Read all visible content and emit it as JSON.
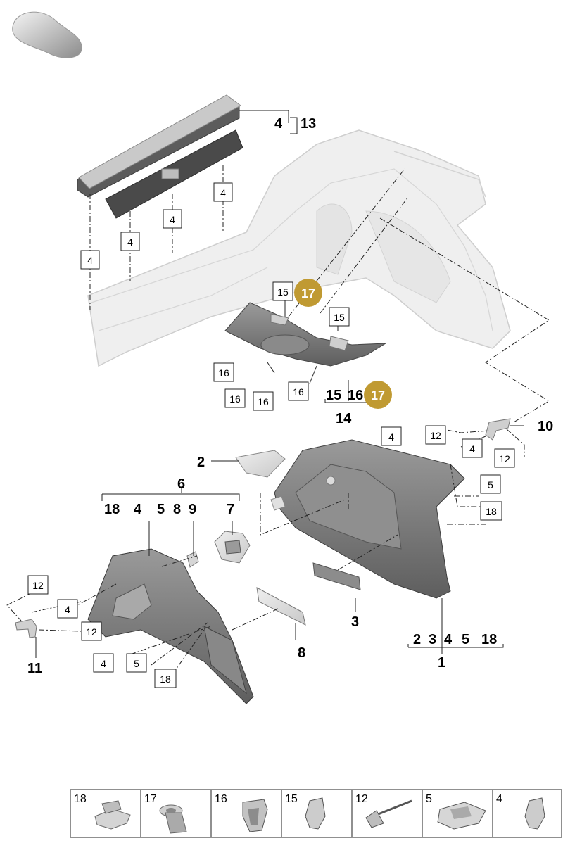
{
  "callouts": {
    "c4_13_a": "4",
    "c4_13_b": "13",
    "c4_r1": "4",
    "c4_r2": "4",
    "c4_r3": "4",
    "c4_r4": "4",
    "c15_a": "15",
    "c17_a": "17",
    "c15_b": "15",
    "c16_a": "16",
    "c16_b": "16",
    "c16_c": "16",
    "c16_d": "16",
    "c14_15": "15",
    "c14_16": "16",
    "c14_17": "17",
    "c14": "14",
    "c12_a": "12",
    "c10": "10",
    "c4_p": "4",
    "c12_b": "12",
    "c5_p": "5",
    "c18_p": "18",
    "c4_q": "4",
    "c2": "2",
    "c6": "6",
    "c6_18": "18",
    "c6_4": "4",
    "c6_5": "5",
    "c6_8": "8",
    "c6_9": "9",
    "c6_7": "7",
    "c12_c": "12",
    "c4_s": "4",
    "c12_d": "12",
    "c11": "11",
    "c4_t": "4",
    "c5_t": "5",
    "c18_t": "18",
    "c8": "8",
    "c3": "3",
    "c1_2": "2",
    "c1_3": "3",
    "c1_4": "4",
    "c1_5": "5",
    "c1_18": "18",
    "c1": "1"
  },
  "legend": [
    {
      "num": "18",
      "icon": "clip-nut-icon"
    },
    {
      "num": "17",
      "icon": "expanding-rivet-icon"
    },
    {
      "num": "16",
      "icon": "retaining-clip-icon"
    },
    {
      "num": "15",
      "icon": "spring-clip-icon"
    },
    {
      "num": "12",
      "icon": "expanding-screw-icon"
    },
    {
      "num": "5",
      "icon": "nut-clip-icon"
    },
    {
      "num": "4",
      "icon": "spring-clip-icon"
    }
  ],
  "colors": {
    "accent_badge": "#c09a32",
    "panel_dark": "#7a7a7a",
    "panel_light": "#d8d8d8",
    "body_ghost": "#e6e6e6"
  }
}
